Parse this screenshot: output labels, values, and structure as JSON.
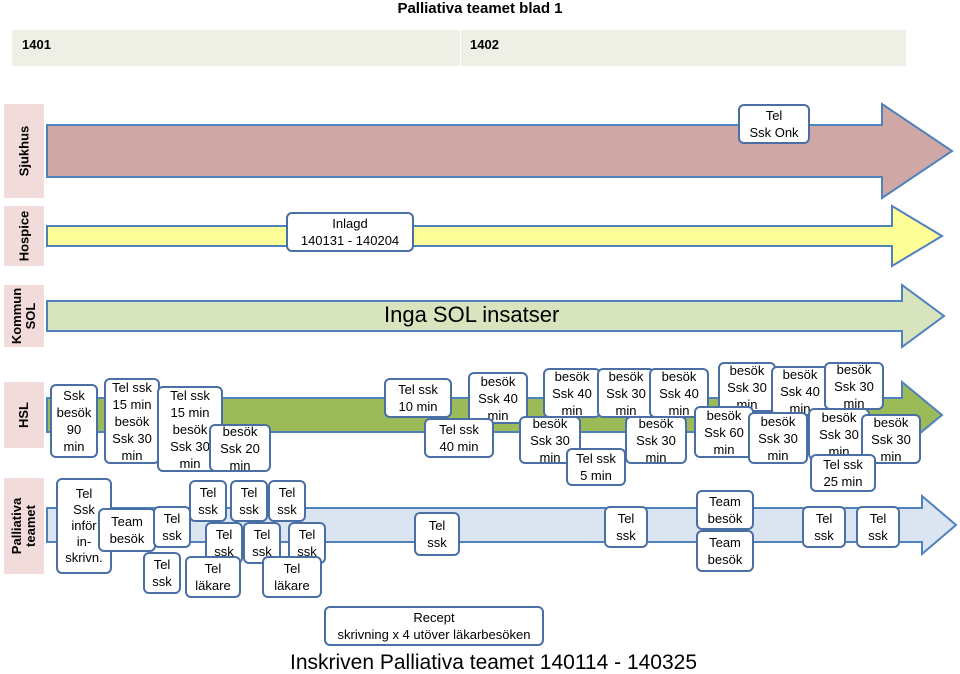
{
  "title": "Palliativa teamet blad 1",
  "weeks": [
    "1401",
    "1402"
  ],
  "rows": {
    "sjukhus": "Sjukhus",
    "hospice": "Hospice",
    "kommun": "Kommun\nSOL",
    "hsl": "HSL",
    "palliativa": "Palliativa\nteamet"
  },
  "colors": {
    "sjukhus_fill": "#cfa7a5",
    "hospice_fill": "#ffff99",
    "kommun_fill": "#d7e4bd",
    "hsl_fill": "#9bbb59",
    "palliativa_fill": "#dbe5f1",
    "arrow_stroke": "#4f81bd",
    "label_bg": "#f2dcdb",
    "box_border": "#4a6fa5"
  },
  "texts": {
    "inga_sol": "Inga SOL insatser",
    "inskriven": "Inskriven Palliativa teamet 140114 - 140325"
  },
  "boxes": {
    "tel_ssk_onk": "Tel\nSsk Onk",
    "inlagd": "Inlagd\n140131 - 140204",
    "hsl_1": "Ssk\nbesök\n90\nmin",
    "hsl_2": "Tel ssk\n15 min\nbesök\nSsk 30\nmin",
    "hsl_3": "Tel ssk\n15 min\nbesök\nSsk 30\nmin",
    "hsl_4": "besök\nSsk 20\nmin",
    "hsl_5": "Tel ssk\n10 min",
    "hsl_6": "Tel ssk\n40 min",
    "hsl_7": "besök\nSsk 40\nmin",
    "hsl_8": "besök\nSsk 40\nmin",
    "hsl_9": "besök\nSsk 30\nmin",
    "hsl_10": "besök\nSsk 30\nmin",
    "hsl_11": "Tel ssk\n5 min",
    "hsl_12": "besök\nSsk 40\nmin",
    "hsl_13": "besök\nSsk 30\nmin",
    "hsl_14": "besök\nSsk 30\nmin",
    "hsl_15": "besök\nSsk 60\nmin",
    "hsl_16": "besök\nSsk 40\nmin",
    "hsl_17": "besök\nSsk 30\nmin",
    "hsl_18": "besök\nSsk 30\nmin",
    "hsl_19": "besök\nSsk 30\nmin",
    "hsl_20": "besök\nSsk 30\nmin",
    "hsl_21": "Tel ssk\n25 min",
    "pt_1": "Tel\nSsk\ninför\nin-\nskrivn.",
    "pt_2": "Team\nbesök",
    "pt_3": "Tel\nssk",
    "pt_4": "Tel\nssk",
    "pt_5": "Tel\nssk",
    "pt_6": "Tel\nssk",
    "pt_7": "Tel\nssk",
    "pt_8": "Tel\nläkare",
    "pt_9": "Tel\nssk",
    "pt_10": "Tel\nssk",
    "pt_11": "Tel\nssk",
    "pt_12": "Tel\nläkare",
    "pt_13": "Tel\nssk",
    "pt_14": "Tel\nssk",
    "pt_15": "Team\nbesök",
    "pt_16": "Team\nbesök",
    "pt_17": "Tel\nssk",
    "pt_18": "Tel\nssk",
    "recept": "Recept\nskrivning x 4 utöver läkarbesöken"
  }
}
